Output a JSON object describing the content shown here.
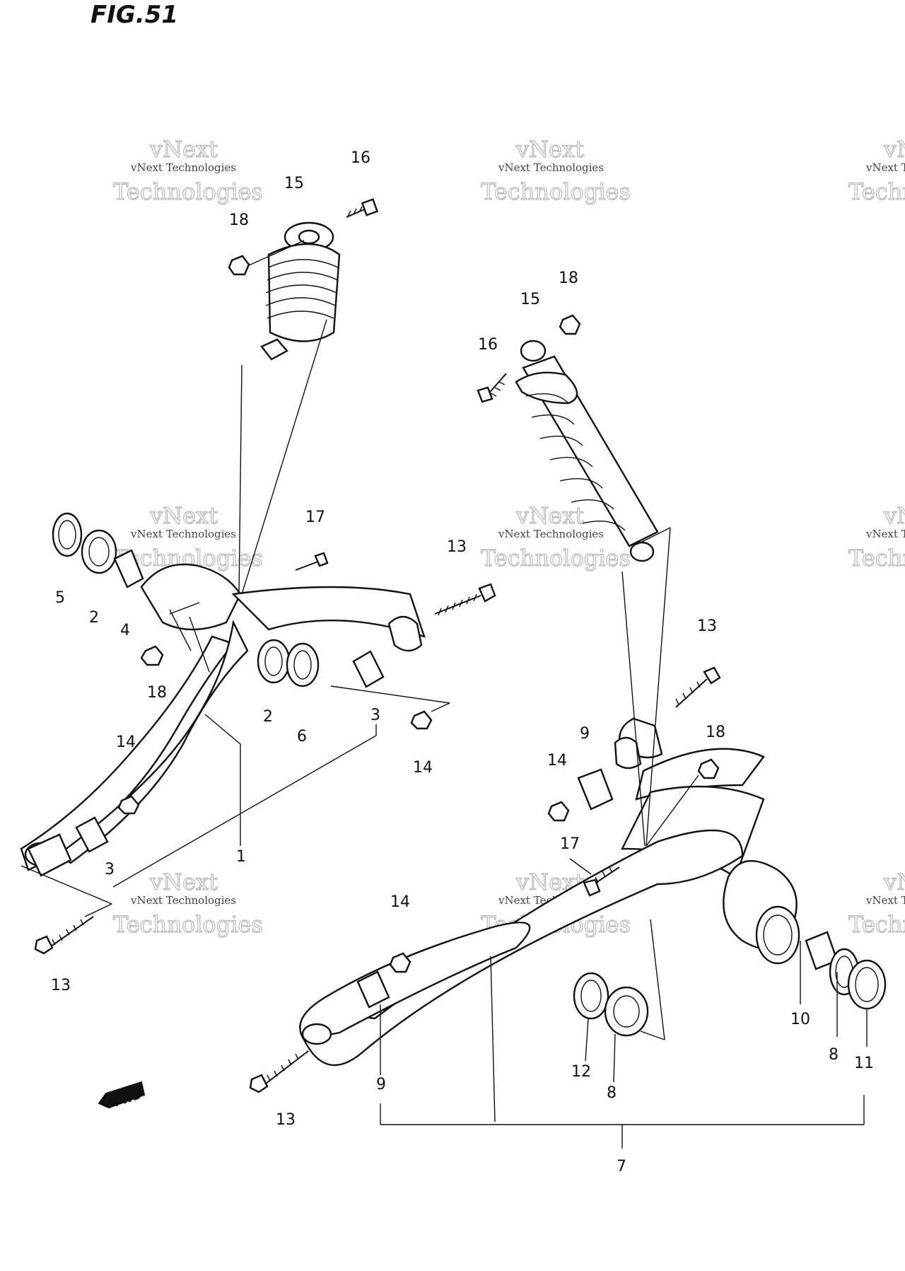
{
  "figure": {
    "title": "FIG.51",
    "fwd_badge": "FWD"
  },
  "watermark": {
    "line1": "vNext",
    "line2": "vNext Technologies",
    "line3": "Technologies"
  },
  "callouts": {
    "left_15": "15",
    "left_16": "16",
    "left_18_top": "18",
    "left_17": "17",
    "left_13_upper": "13",
    "left_5": "5",
    "left_2_a": "2",
    "left_4": "4",
    "left_18_mid": "18",
    "left_2_b": "2",
    "left_6": "6",
    "left_3_a": "3",
    "left_14_a": "14",
    "left_14_b": "14",
    "left_1": "1",
    "left_3_b": "3",
    "left_13_lower": "13",
    "right_18_top": "18",
    "right_15": "15",
    "right_16": "16",
    "right_13_upper": "13",
    "right_9_a": "9",
    "right_14_a": "14",
    "right_18_mid": "18",
    "right_17": "17",
    "right_14_b": "14",
    "right_10": "10",
    "right_8_a": "8",
    "right_11": "11",
    "right_12": "12",
    "right_8_b": "8",
    "right_9_b": "9",
    "right_13_lower": "13",
    "right_7": "7"
  }
}
